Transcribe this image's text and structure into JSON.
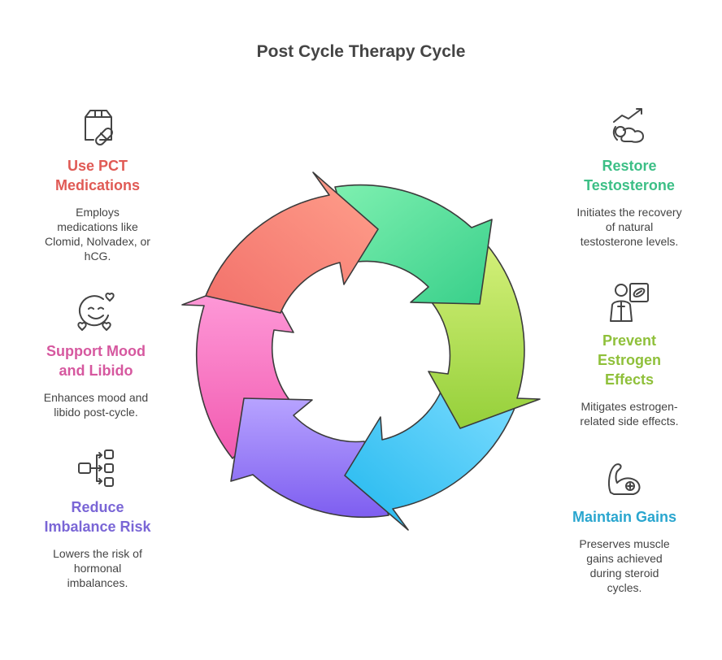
{
  "title": "Post Cycle Therapy Cycle",
  "steps": {
    "use_pct": {
      "label": "Use PCT\nMedications",
      "description": "Employs\nmedications like\nClomid, Nolvadex, or\nhCG.",
      "color": "#e05a55",
      "icon": "medication-box-icon"
    },
    "restore_testosterone": {
      "label": "Restore\nTestosterone",
      "description": "Initiates the recovery\nof natural\ntestosterone levels.",
      "color": "#3cbf86",
      "icon": "rising-trend-icon"
    },
    "prevent_estrogen": {
      "label": "Prevent\nEstrogen\nEffects",
      "description": "Mitigates estrogen-\nrelated side effects.",
      "color": "#8fc03a",
      "icon": "doctor-pill-icon"
    },
    "maintain_gains": {
      "label": "Maintain Gains",
      "description": "Preserves muscle\ngains achieved\nduring steroid\ncycles.",
      "color": "#2aa6cf",
      "icon": "flexed-arm-icon"
    },
    "reduce_imbalance": {
      "label": "Reduce\nImbalance Risk",
      "description": "Lowers the risk of\nhormonal\nimbalances.",
      "color": "#7a66d6",
      "icon": "distribution-icon"
    },
    "support_mood": {
      "label": "Support Mood\nand Libido",
      "description": "Enhances mood and\nlibido post-cycle.",
      "color": "#d6589f",
      "icon": "smiley-hearts-icon"
    }
  }
}
